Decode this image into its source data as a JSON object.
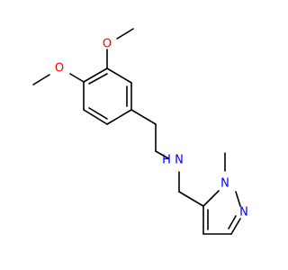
{
  "molecule": {
    "description_visible": "",
    "atoms": {
      "o_top": {
        "symbol": "O",
        "color": "#ff0000"
      },
      "o_left": {
        "symbol": "O",
        "color": "#ff0000"
      },
      "n_amine": {
        "symbol": "N",
        "color": "#0000ff"
      },
      "h_amine": {
        "symbol": "H",
        "color": "#0000ff"
      },
      "n_pyrazole_1": {
        "symbol": "N",
        "color": "#0000ff"
      },
      "n_pyrazole_2": {
        "symbol": "N",
        "color": "#0000ff"
      }
    },
    "bond_color": "#000000"
  }
}
